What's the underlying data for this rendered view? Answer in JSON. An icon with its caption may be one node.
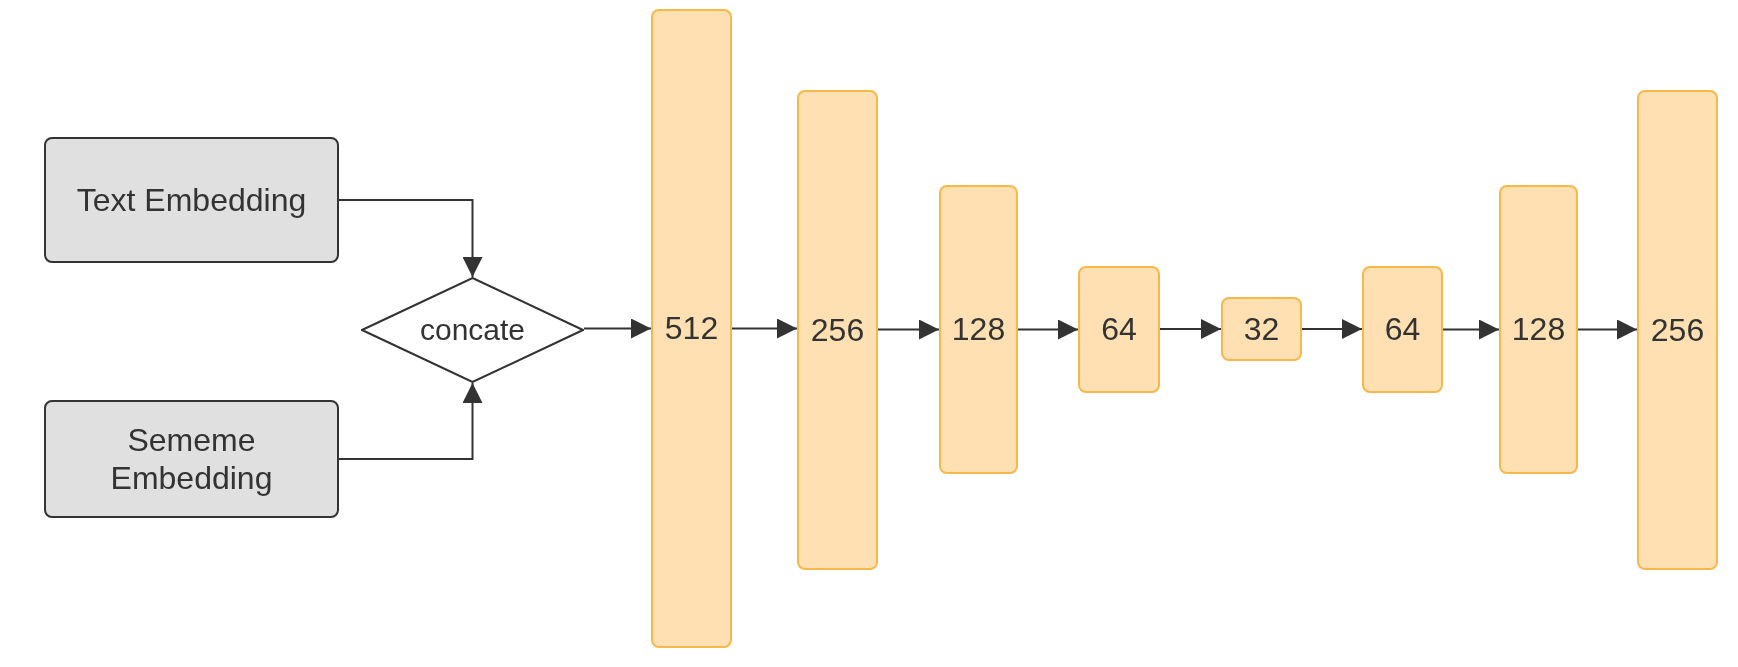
{
  "diagram": {
    "nodes": [
      {
        "text": [
          "Text Embedding"
        ]
      },
      {
        "text": [
          "Sememe Embedding"
        ]
      },
      {
        "text": [
          "concate"
        ]
      },
      {
        "text": [
          "512"
        ]
      },
      {
        "text": [
          "256"
        ]
      },
      {
        "text": [
          "128"
        ]
      },
      {
        "text": [
          "64"
        ]
      },
      {
        "text": [
          "32"
        ]
      },
      {
        "text": [
          "64"
        ]
      },
      {
        "text": [
          "128"
        ]
      },
      {
        "text": [
          "256"
        ]
      }
    ],
    "edges": [
      {
        "from": 0,
        "to": 2,
        "arrow": "to"
      },
      {
        "from": 1,
        "to": 2,
        "arrow": "to"
      },
      {
        "from": 2,
        "to": 3,
        "arrow": "to"
      },
      {
        "from": 3,
        "to": 4,
        "arrow": "to"
      },
      {
        "from": 4,
        "to": 5,
        "arrow": "to"
      },
      {
        "from": 5,
        "to": 6,
        "arrow": "to"
      },
      {
        "from": 6,
        "to": 7,
        "arrow": "to"
      },
      {
        "from": 7,
        "to": 8,
        "arrow": "to"
      },
      {
        "from": 8,
        "to": 9,
        "arrow": "to"
      },
      {
        "from": 9,
        "to": 10,
        "arrow": "to"
      }
    ]
  }
}
